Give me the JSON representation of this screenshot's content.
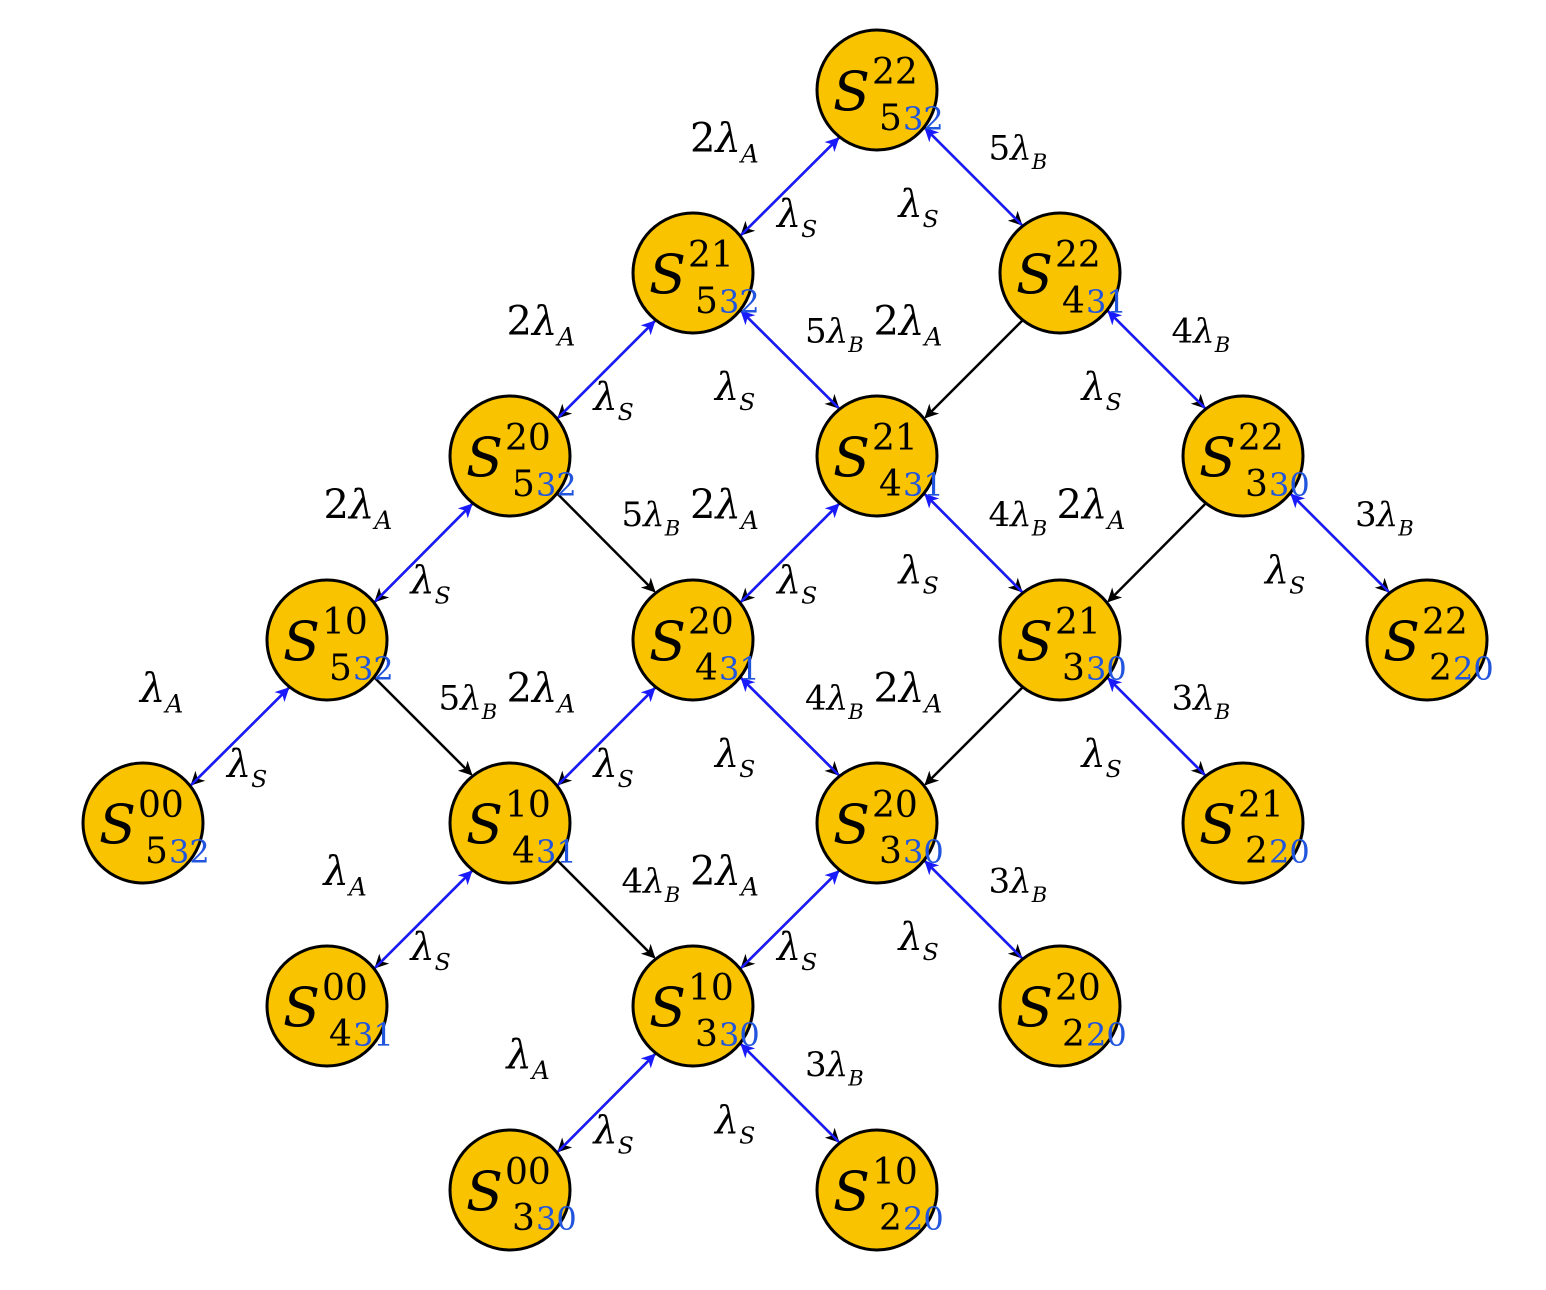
{
  "colors": {
    "node_fill": "#f9c300",
    "arrow_black": "#000000",
    "arrow_blue": "#1a1aff",
    "subscript_blue": "#2255dd"
  },
  "nodes": [
    {
      "id": "n532_22",
      "base": "S",
      "sup": "22",
      "sub": "5",
      "sub2": "32"
    },
    {
      "id": "n532_21",
      "base": "S",
      "sup": "21",
      "sub": "5",
      "sub2": "32"
    },
    {
      "id": "n431_22",
      "base": "S",
      "sup": "22",
      "sub": "4",
      "sub2": "31"
    },
    {
      "id": "n532_20",
      "base": "S",
      "sup": "20",
      "sub": "5",
      "sub2": "32"
    },
    {
      "id": "n431_21",
      "base": "S",
      "sup": "21",
      "sub": "4",
      "sub2": "31"
    },
    {
      "id": "n330_22",
      "base": "S",
      "sup": "22",
      "sub": "3",
      "sub2": "30"
    },
    {
      "id": "n532_10",
      "base": "S",
      "sup": "10",
      "sub": "5",
      "sub2": "32"
    },
    {
      "id": "n431_20",
      "base": "S",
      "sup": "20",
      "sub": "4",
      "sub2": "31"
    },
    {
      "id": "n330_21",
      "base": "S",
      "sup": "21",
      "sub": "3",
      "sub2": "30"
    },
    {
      "id": "n220_22",
      "base": "S",
      "sup": "22",
      "sub": "2",
      "sub2": "20"
    },
    {
      "id": "n532_00",
      "base": "S",
      "sup": "00",
      "sub": "5",
      "sub2": "32"
    },
    {
      "id": "n431_10",
      "base": "S",
      "sup": "10",
      "sub": "4",
      "sub2": "31"
    },
    {
      "id": "n330_20",
      "base": "S",
      "sup": "20",
      "sub": "3",
      "sub2": "30"
    },
    {
      "id": "n220_21",
      "base": "S",
      "sup": "21",
      "sub": "2",
      "sub2": "20"
    },
    {
      "id": "n431_00",
      "base": "S",
      "sup": "00",
      "sub": "4",
      "sub2": "31"
    },
    {
      "id": "n330_10",
      "base": "S",
      "sup": "10",
      "sub": "3",
      "sub2": "30"
    },
    {
      "id": "n220_20",
      "base": "S",
      "sup": "20",
      "sub": "2",
      "sub2": "20"
    },
    {
      "id": "n330_00",
      "base": "S",
      "sup": "00",
      "sub": "3",
      "sub2": "30"
    },
    {
      "id": "n220_10",
      "base": "S",
      "sup": "10",
      "sub": "2",
      "sub2": "20"
    }
  ],
  "edges": [
    {
      "from": "n532_22",
      "to": "n532_21",
      "coef": "2",
      "sym": "λ",
      "sub": "A",
      "kind": "black"
    },
    {
      "from": "n532_22",
      "to": "n431_22",
      "coef": "5",
      "sym": "λ",
      "sub": "B",
      "kind": "black"
    },
    {
      "from": "n532_21",
      "to": "n532_22",
      "coef": "",
      "sym": "λ",
      "sub": "S",
      "kind": "blue"
    },
    {
      "from": "n431_22",
      "to": "n532_22",
      "coef": "",
      "sym": "λ",
      "sub": "S",
      "kind": "blue"
    },
    {
      "from": "n532_21",
      "to": "n532_20",
      "coef": "2",
      "sym": "λ",
      "sub": "A",
      "kind": "black"
    },
    {
      "from": "n532_21",
      "to": "n431_21",
      "coef": "5",
      "sym": "λ",
      "sub": "B",
      "kind": "black"
    },
    {
      "from": "n532_20",
      "to": "n532_21",
      "coef": "",
      "sym": "λ",
      "sub": "S",
      "kind": "blue"
    },
    {
      "from": "n431_21",
      "to": "n532_21",
      "coef": "",
      "sym": "λ",
      "sub": "S",
      "kind": "blue"
    },
    {
      "from": "n431_22",
      "to": "n431_21",
      "coef": "2",
      "sym": "λ",
      "sub": "A",
      "kind": "black"
    },
    {
      "from": "n431_22",
      "to": "n330_22",
      "coef": "4",
      "sym": "λ",
      "sub": "B",
      "kind": "black"
    },
    {
      "from": "n330_22",
      "to": "n431_22",
      "coef": "",
      "sym": "λ",
      "sub": "S",
      "kind": "blue"
    },
    {
      "from": "n532_20",
      "to": "n532_10",
      "coef": "2",
      "sym": "λ",
      "sub": "A",
      "kind": "black"
    },
    {
      "from": "n532_20",
      "to": "n431_20",
      "coef": "5",
      "sym": "λ",
      "sub": "B",
      "kind": "black"
    },
    {
      "from": "n532_10",
      "to": "n532_20",
      "coef": "",
      "sym": "λ",
      "sub": "S",
      "kind": "blue"
    },
    {
      "from": "n431_21",
      "to": "n431_20",
      "coef": "2",
      "sym": "λ",
      "sub": "A",
      "kind": "black"
    },
    {
      "from": "n431_21",
      "to": "n330_21",
      "coef": "4",
      "sym": "λ",
      "sub": "B",
      "kind": "black"
    },
    {
      "from": "n431_20",
      "to": "n431_21",
      "coef": "",
      "sym": "λ",
      "sub": "S",
      "kind": "blue"
    },
    {
      "from": "n330_21",
      "to": "n431_21",
      "coef": "",
      "sym": "λ",
      "sub": "S",
      "kind": "blue"
    },
    {
      "from": "n330_22",
      "to": "n330_21",
      "coef": "2",
      "sym": "λ",
      "sub": "A",
      "kind": "black"
    },
    {
      "from": "n330_22",
      "to": "n220_22",
      "coef": "3",
      "sym": "λ",
      "sub": "B",
      "kind": "black"
    },
    {
      "from": "n220_22",
      "to": "n330_22",
      "coef": "",
      "sym": "λ",
      "sub": "S",
      "kind": "blue"
    },
    {
      "from": "n532_10",
      "to": "n532_00",
      "coef": "",
      "sym": "λ",
      "sub": "A",
      "kind": "black"
    },
    {
      "from": "n532_10",
      "to": "n431_10",
      "coef": "5",
      "sym": "λ",
      "sub": "B",
      "kind": "black"
    },
    {
      "from": "n532_00",
      "to": "n532_10",
      "coef": "",
      "sym": "λ",
      "sub": "S",
      "kind": "blue"
    },
    {
      "from": "n431_20",
      "to": "n431_10",
      "coef": "2",
      "sym": "λ",
      "sub": "A",
      "kind": "black"
    },
    {
      "from": "n431_20",
      "to": "n330_20",
      "coef": "4",
      "sym": "λ",
      "sub": "B",
      "kind": "black"
    },
    {
      "from": "n431_10",
      "to": "n431_20",
      "coef": "",
      "sym": "λ",
      "sub": "S",
      "kind": "blue"
    },
    {
      "from": "n330_20",
      "to": "n431_20",
      "coef": "",
      "sym": "λ",
      "sub": "S",
      "kind": "blue"
    },
    {
      "from": "n330_21",
      "to": "n330_20",
      "coef": "2",
      "sym": "λ",
      "sub": "A",
      "kind": "black"
    },
    {
      "from": "n330_21",
      "to": "n220_21",
      "coef": "3",
      "sym": "λ",
      "sub": "B",
      "kind": "black"
    },
    {
      "from": "n220_21",
      "to": "n330_21",
      "coef": "",
      "sym": "λ",
      "sub": "S",
      "kind": "blue"
    },
    {
      "from": "n431_10",
      "to": "n431_00",
      "coef": "",
      "sym": "λ",
      "sub": "A",
      "kind": "black"
    },
    {
      "from": "n431_10",
      "to": "n330_10",
      "coef": "4",
      "sym": "λ",
      "sub": "B",
      "kind": "black"
    },
    {
      "from": "n431_00",
      "to": "n431_10",
      "coef": "",
      "sym": "λ",
      "sub": "S",
      "kind": "blue"
    },
    {
      "from": "n330_20",
      "to": "n330_10",
      "coef": "2",
      "sym": "λ",
      "sub": "A",
      "kind": "black"
    },
    {
      "from": "n330_20",
      "to": "n220_20",
      "coef": "3",
      "sym": "λ",
      "sub": "B",
      "kind": "black"
    },
    {
      "from": "n330_10",
      "to": "n330_20",
      "coef": "",
      "sym": "λ",
      "sub": "S",
      "kind": "blue"
    },
    {
      "from": "n220_20",
      "to": "n330_20",
      "coef": "",
      "sym": "λ",
      "sub": "S",
      "kind": "blue"
    },
    {
      "from": "n330_10",
      "to": "n330_00",
      "coef": "",
      "sym": "λ",
      "sub": "A",
      "kind": "black"
    },
    {
      "from": "n330_10",
      "to": "n220_10",
      "coef": "3",
      "sym": "λ",
      "sub": "B",
      "kind": "black"
    },
    {
      "from": "n330_00",
      "to": "n330_10",
      "coef": "",
      "sym": "λ",
      "sub": "S",
      "kind": "blue"
    },
    {
      "from": "n220_10",
      "to": "n330_10",
      "coef": "",
      "sym": "λ",
      "sub": "S",
      "kind": "blue"
    }
  ]
}
